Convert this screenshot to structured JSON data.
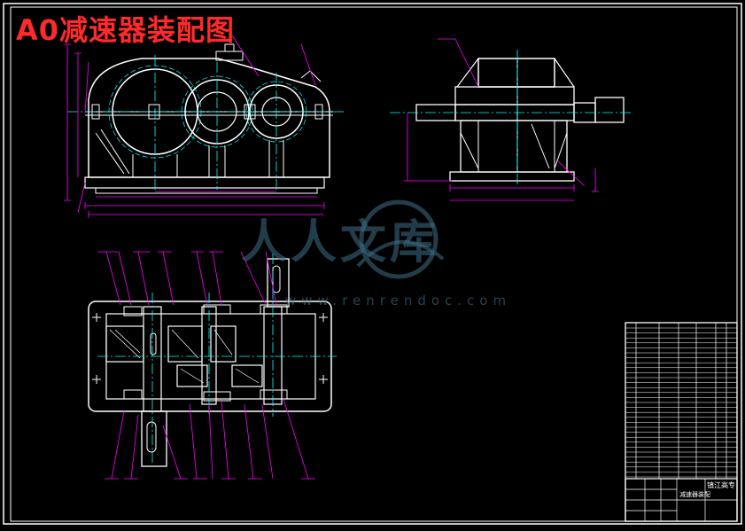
{
  "title": "A0减速器装配图",
  "watermark": {
    "text": "人人文库",
    "url": "www.renrendoc.com"
  },
  "title_block": {
    "school": "镇江高专",
    "drawing_name": "减速器装配"
  },
  "colors": {
    "background": "#000000",
    "outline": "#ffffff",
    "centerline": "#00ffff",
    "dimension": "#ff00ff",
    "title": "#ff2a2a",
    "watermark": "#3f6f86"
  }
}
